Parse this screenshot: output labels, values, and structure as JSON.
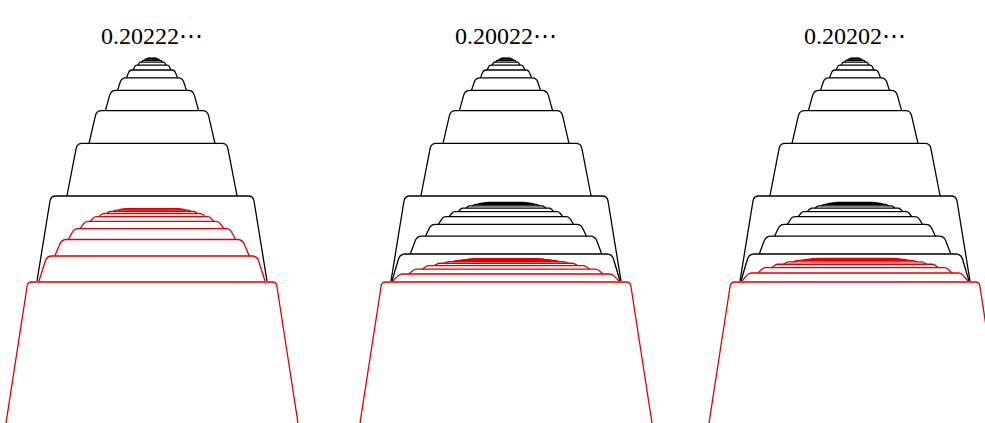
{
  "diagram": {
    "labels": [
      "0.20222⋯",
      "0.20022⋯",
      "0.20202⋯"
    ]
  }
}
